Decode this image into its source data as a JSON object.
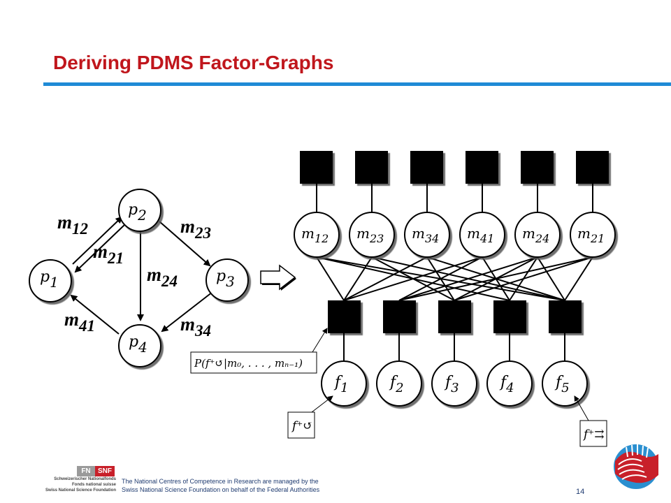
{
  "slide": {
    "title": "Deriving PDMS Factor-Graphs",
    "page_number": "14",
    "footer_line1": "The National Centres of Competence in Research are managed by the",
    "footer_line2": "Swiss National Science Foundation on behalf of the Federal Authorities",
    "foundation_line1": "Schweizerischer Nationalfonds",
    "foundation_line2": "Fonds national suisse",
    "foundation_line3": "Swiss National Science Foundation",
    "logo_text_left": "FN",
    "logo_text_right": "SNF"
  },
  "colors": {
    "title": "#c0161c",
    "rule": "#1f8bd6",
    "footer_text": "#1f3b70"
  },
  "peer_graph": {
    "peers": [
      {
        "id": "p1",
        "base": "p",
        "sub": "1"
      },
      {
        "id": "p2",
        "base": "p",
        "sub": "2"
      },
      {
        "id": "p3",
        "base": "p",
        "sub": "3"
      },
      {
        "id": "p4",
        "base": "p",
        "sub": "4"
      }
    ],
    "mappings": [
      {
        "id": "m12",
        "base": "m",
        "sub": "12"
      },
      {
        "id": "m21",
        "base": "m",
        "sub": "21"
      },
      {
        "id": "m23",
        "base": "m",
        "sub": "23"
      },
      {
        "id": "m24",
        "base": "m",
        "sub": "24"
      },
      {
        "id": "m41",
        "base": "m",
        "sub": "41"
      },
      {
        "id": "m34",
        "base": "m",
        "sub": "34"
      }
    ]
  },
  "factor_graph": {
    "mapping_vars": [
      {
        "base": "m",
        "sub": "12"
      },
      {
        "base": "m",
        "sub": "23"
      },
      {
        "base": "m",
        "sub": "34"
      },
      {
        "base": "m",
        "sub": "41"
      },
      {
        "base": "m",
        "sub": "24"
      },
      {
        "base": "m",
        "sub": "21"
      }
    ],
    "feedback_vars": [
      {
        "base": "f",
        "sub": "1"
      },
      {
        "base": "f",
        "sub": "2"
      },
      {
        "base": "f",
        "sub": "3"
      },
      {
        "base": "f",
        "sub": "4"
      },
      {
        "base": "f",
        "sub": "5"
      }
    ],
    "conditional_label": "P(f⁺↺|m₀, . . . , mₙ₋₁)",
    "cycle_label": "f⁺↺",
    "parallel_label": "f⁺⇉"
  }
}
